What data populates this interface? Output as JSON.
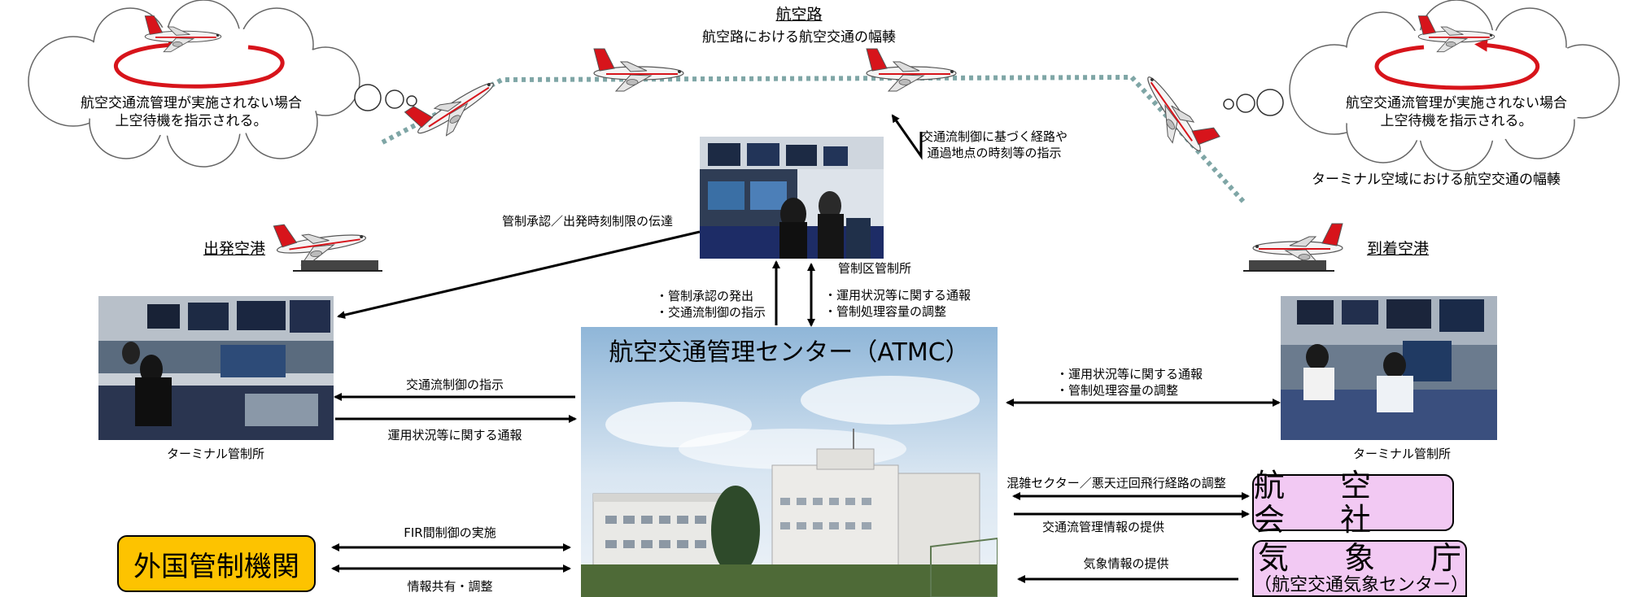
{
  "airway": {
    "title": "航空路",
    "subtitle": "航空路における航空交通の幅輳"
  },
  "clouds": {
    "left_text": [
      "航空交通流管理が実施されない場合",
      "上空待機を指示される。"
    ],
    "right_text": [
      "航空交通流管理が実施されない場合",
      "上空待機を指示される。"
    ]
  },
  "terminal_congestion": "ターミナル空域における航空交通の幅輳",
  "departure_airport": "出発空港",
  "arrival_airport": "到着空港",
  "area_control": {
    "caption": "管制区管制所",
    "route_instruction": [
      "交通流制御に基づく経路や",
      "通過地点の時刻等の指示"
    ],
    "clearance_relay": "管制承認／出発時刻制限の伝達",
    "up_labels": [
      "・管制承認の発出",
      "・交通流制御の指示"
    ],
    "down_labels": [
      "・運用状況等に関する通報",
      "・管制処理容量の調整"
    ]
  },
  "terminal_left": {
    "caption": "ターミナル管制所",
    "to_terminal": "交通流制御の指示",
    "to_atmc": "運用状況等に関する通報"
  },
  "terminal_right": {
    "caption": "ターミナル管制所",
    "labels": [
      "・運用状況等に関する通報",
      "・管制処理容量の調整"
    ]
  },
  "atmc": {
    "title": "航空交通管理センター（ATMC）"
  },
  "airline": {
    "name": "航 空 会 社",
    "coord_label": "混雑セクター／悪天迂回飛行経路の調整",
    "info_label": "交通流管理情報の提供"
  },
  "jma": {
    "name": "気 象 庁",
    "subname": "（航空交通気象センター）",
    "label": "気象情報の提供"
  },
  "foreign": {
    "name": "外国管制機関",
    "fir_label": "FIR間制御の実施",
    "share_label": "情報共有・調整"
  },
  "colors": {
    "orange_box": "#fdc300",
    "pink_box": "#f2c9f3",
    "route_dots": "#7fa6a6",
    "holding_ring": "#d7141b",
    "plane_tail": "#d7141b"
  }
}
